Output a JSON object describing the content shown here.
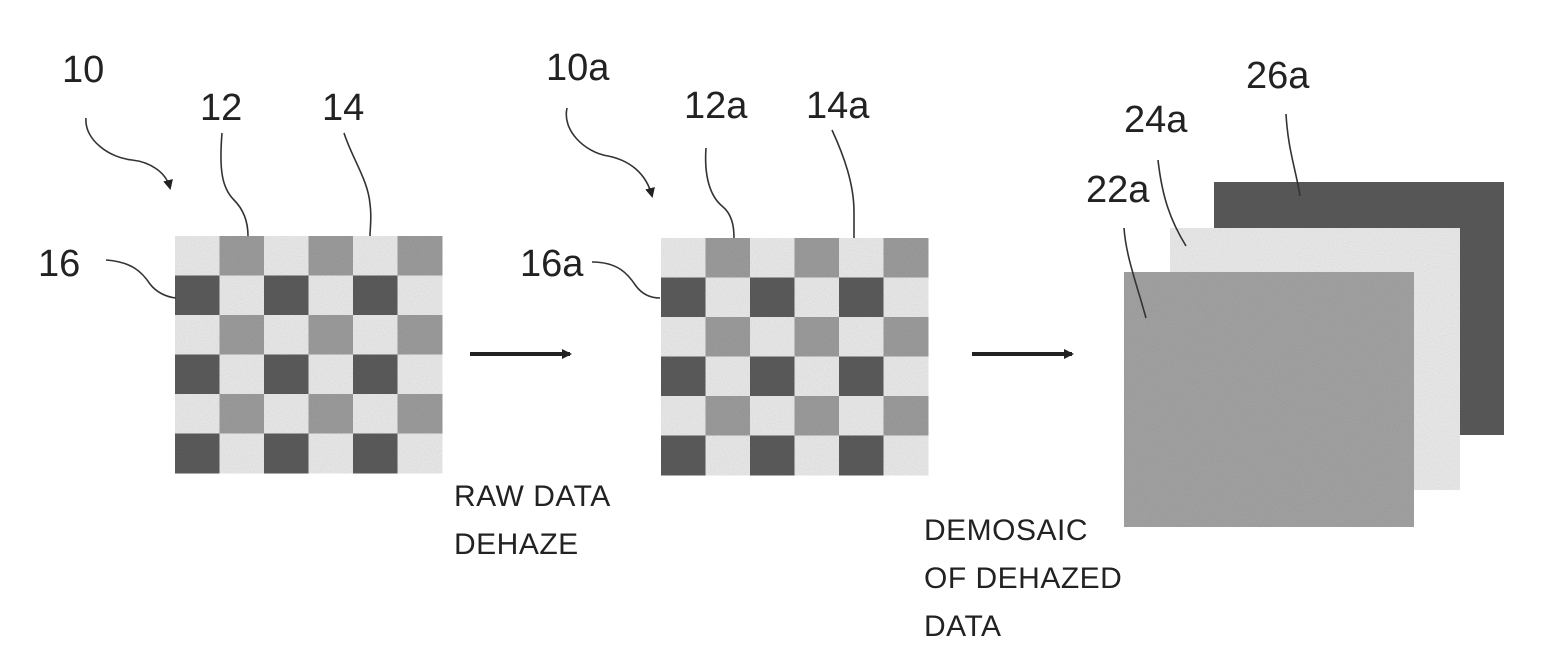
{
  "colors": {
    "background": "#ffffff",
    "light_cell": "#ebebeb",
    "mid_cell": "#9d9d9d",
    "dark_cell": "#5c5c5c",
    "layer_22a": "#a4a4a4",
    "layer_24a": "#ececec",
    "layer_26a": "#5a5a5a",
    "ink": "#222222"
  },
  "mosaic_pattern": [
    [
      "L",
      "M",
      "L",
      "M",
      "L",
      "M"
    ],
    [
      "D",
      "L",
      "D",
      "L",
      "D",
      "L"
    ],
    [
      "L",
      "M",
      "L",
      "M",
      "L",
      "M"
    ],
    [
      "D",
      "L",
      "D",
      "L",
      "D",
      "L"
    ],
    [
      "L",
      "M",
      "L",
      "M",
      "L",
      "M"
    ],
    [
      "D",
      "L",
      "D",
      "L",
      "D",
      "L"
    ]
  ],
  "labels": {
    "raw_mosaic": "10",
    "raw_cell_12": "12",
    "raw_cell_14": "14",
    "raw_cell_16": "16",
    "dehazed_mosaic": "10a",
    "dehazed_cell_12a": "12a",
    "dehazed_cell_14a": "14a",
    "dehazed_cell_16a": "16a",
    "plane_22a": "22a",
    "plane_24a": "24a",
    "plane_26a": "26a"
  },
  "steps": {
    "step1": [
      "RAW DATA",
      "DEHAZE"
    ],
    "step2": [
      "DEMOSAIC",
      "OF DEHAZED",
      "DATA"
    ]
  }
}
